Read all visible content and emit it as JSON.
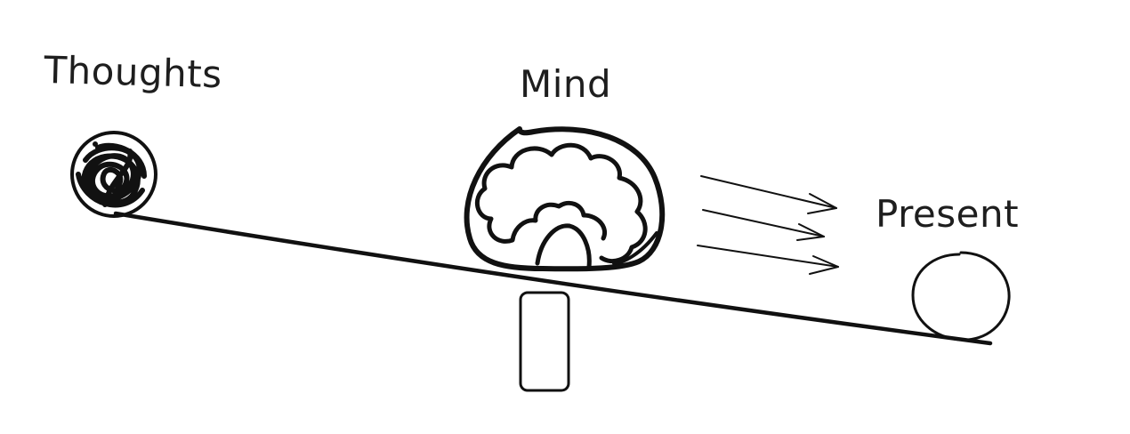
{
  "labels": {
    "thoughts": "Thoughts",
    "mind": "Mind",
    "present": "Present"
  },
  "ink_color": "#111111",
  "background_color": "#ffffff"
}
